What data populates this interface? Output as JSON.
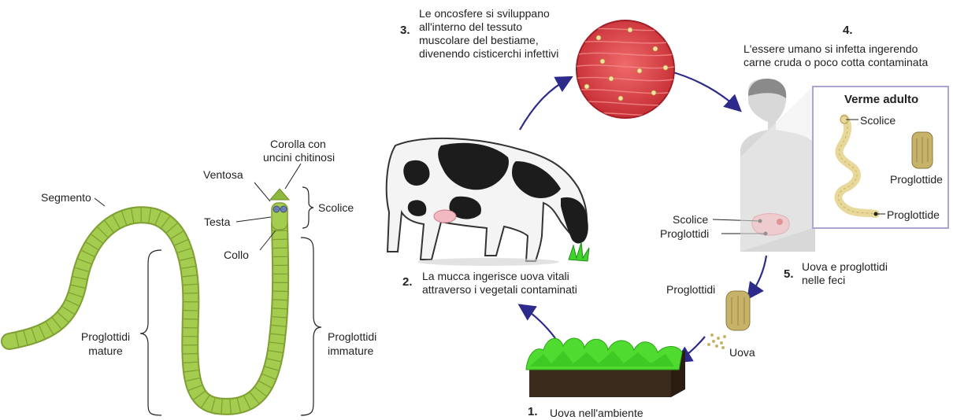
{
  "worm": {
    "segmento": "Segmento",
    "corolla": "Corolla con uncini chitinosi",
    "corolla_l1": "Corolla con",
    "corolla_l2": "uncini chitinosi",
    "ventosa": "Ventosa",
    "testa": "Testa",
    "collo": "Collo",
    "scolice": "Scolice",
    "mature_l1": "Proglottidi",
    "mature_l2": "mature",
    "immature_l1": "Proglottidi",
    "immature_l2": "immature"
  },
  "cycle": {
    "step1": {
      "number": "1.",
      "text": "Uova nell'ambiente"
    },
    "step2": {
      "number": "2.",
      "line1": "La mucca ingerisce uova vitali",
      "line2": "attraverso i vegetali contaminati"
    },
    "step3": {
      "number": "3.",
      "line1": "Le oncosfere si sviluppano",
      "line2": "all'interno del tessuto",
      "line3": "muscolare del bestiame,",
      "line4": "divenendo cisticerchi infettivi"
    },
    "step4": {
      "number": "4.",
      "line1": "L'essere umano si infetta ingerendo",
      "line2": "carne cruda o poco cotta contaminata"
    },
    "step5": {
      "number": "5.",
      "line1": "Uova e proglottidi",
      "line2": "nelle feci"
    }
  },
  "human": {
    "scolice": "Scolice",
    "proglottidi": "Proglottidi"
  },
  "inset": {
    "title": "Verme adulto",
    "scolice": "Scolice",
    "proglottide_a": "Proglottide",
    "proglottide_b": "Proglottide"
  },
  "feces": {
    "proglottidi": "Proglottidi",
    "uova": "Uova"
  },
  "colors": {
    "worm_green": "#9cc446",
    "arrow": "#2e2a8c",
    "muscle_red": "#e0454c",
    "grass": "#3fd32b",
    "soil": "#3a2a1c",
    "human_gray": "#d8d8d8",
    "inset_border": "#a9a6d6"
  }
}
